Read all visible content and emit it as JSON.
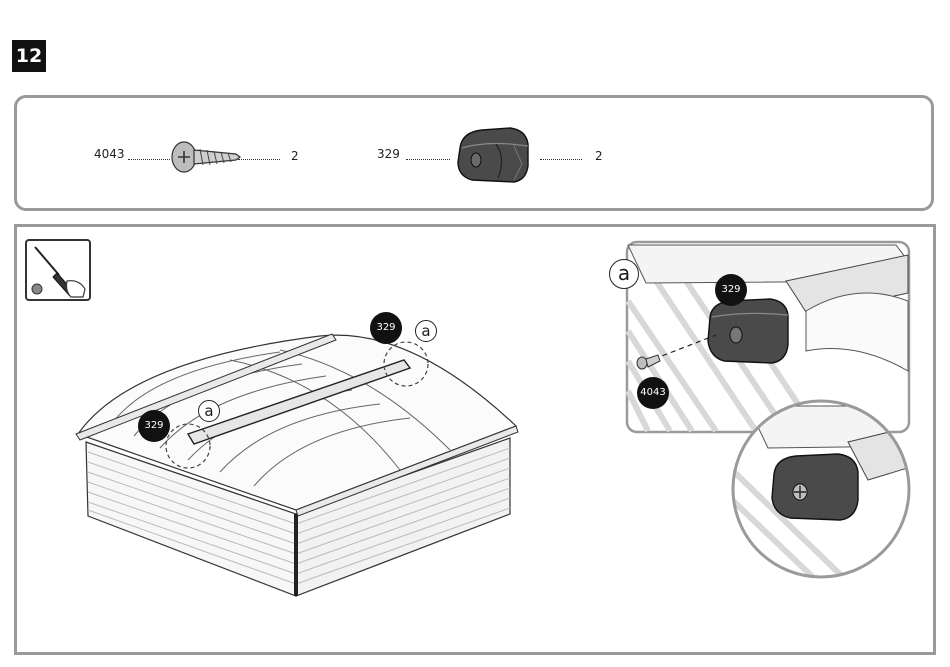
{
  "step": {
    "number": "12"
  },
  "parts": [
    {
      "code": "4043",
      "qty": "2",
      "icon": "screw-icon"
    },
    {
      "code": "329",
      "qty": "2",
      "icon": "end-cap-icon"
    }
  ],
  "tool": {
    "icon": "screwdriver-icon"
  },
  "callouts": {
    "main_part_right": "329",
    "main_part_left": "329",
    "main_letter_right": "a",
    "main_letter_left": "a",
    "detail_letter": "a",
    "detail_part": "329",
    "detail_screw": "4043"
  }
}
